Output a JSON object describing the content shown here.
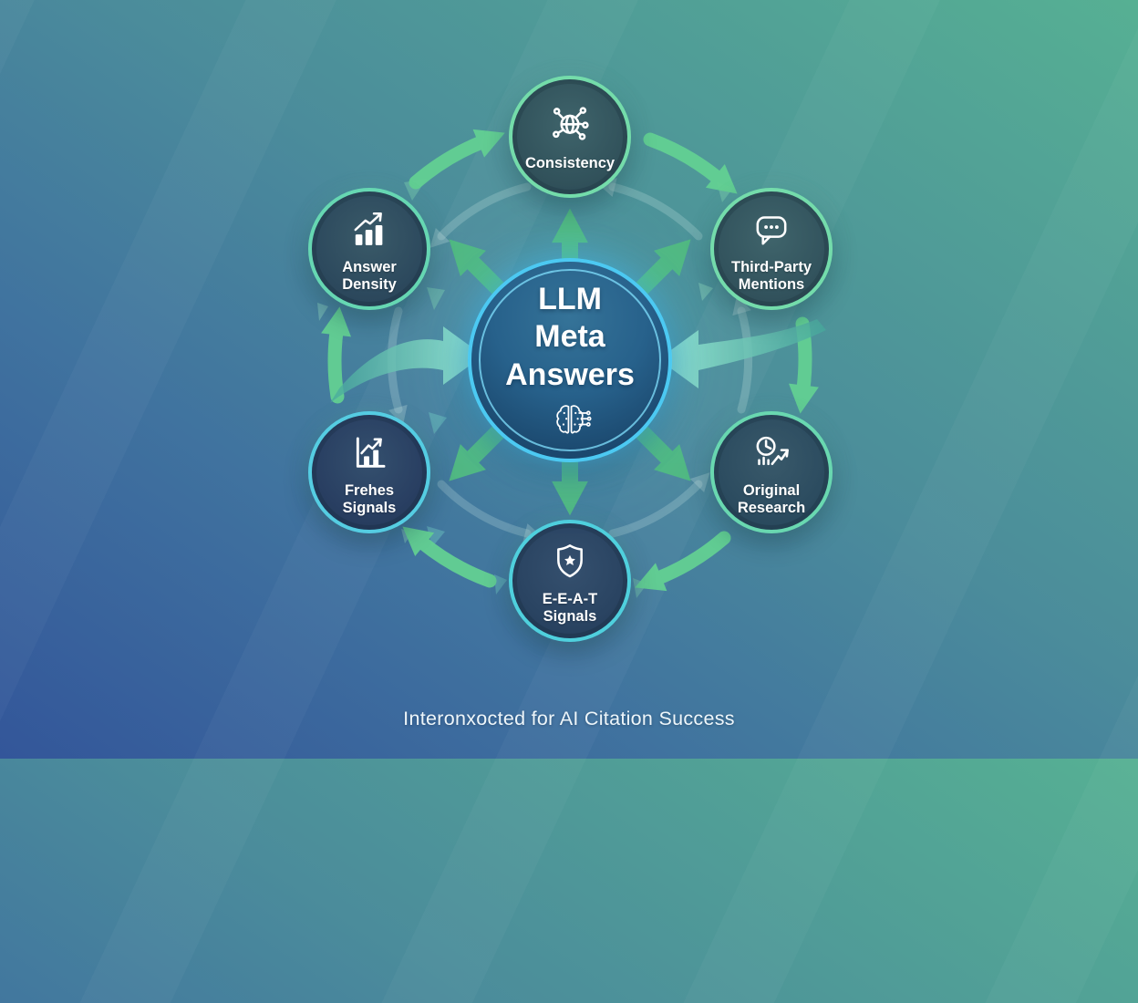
{
  "center": {
    "lines": [
      "LLM",
      "Meta",
      "Answers"
    ],
    "icon": "brain-circuit-icon"
  },
  "nodes": [
    {
      "id": "consistency",
      "label": "Consistency",
      "icon": "globe-network-icon",
      "ring_color": "#74dcaa"
    },
    {
      "id": "third-party-mentions",
      "label": "Third-Party Mentions",
      "icon": "chat-bubble-icon",
      "ring_color": "#74dcab"
    },
    {
      "id": "original-research",
      "label": "Original Research",
      "icon": "clock-chart-icon",
      "ring_color": "#69d8b0"
    },
    {
      "id": "eeat-signals",
      "label": "E-E-A-T Signals",
      "icon": "shield-star-icon",
      "ring_color": "#4fd0dd"
    },
    {
      "id": "frehes-signals",
      "label": "Frehes Signals",
      "icon": "framed-bar-chart-icon",
      "ring_color": "#55cde2"
    },
    {
      "id": "answer-density",
      "label": "Answer Density",
      "icon": "trend-bars-icon",
      "ring_color": "#66d7b2"
    }
  ],
  "caption": "Interonxocted for AI Citation Success",
  "colors": {
    "background_bottom_left": "#33569a",
    "background_top_right": "#56b093",
    "center_ring": "#4cc9f2",
    "ring_arrow_green": "#63d093",
    "radial_arrow_green": "#52bb82",
    "inward_arrow_teal": "#55bfae",
    "text": "#ffffff"
  }
}
